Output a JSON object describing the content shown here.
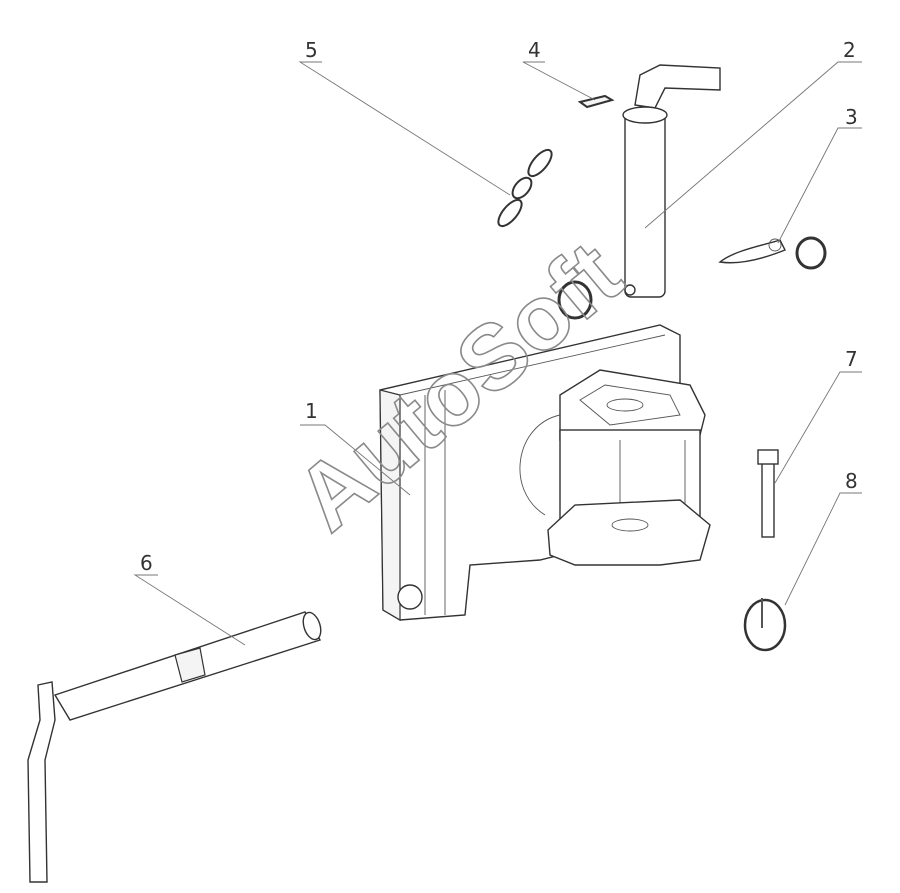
{
  "diagram": {
    "watermark": "AutoSoft",
    "callouts": [
      {
        "id": "1",
        "label": "1"
      },
      {
        "id": "2",
        "label": "2"
      },
      {
        "id": "3",
        "label": "3"
      },
      {
        "id": "4",
        "label": "4"
      },
      {
        "id": "5",
        "label": "5"
      },
      {
        "id": "6",
        "label": "6"
      },
      {
        "id": "7",
        "label": "7"
      },
      {
        "id": "8",
        "label": "8"
      }
    ]
  }
}
